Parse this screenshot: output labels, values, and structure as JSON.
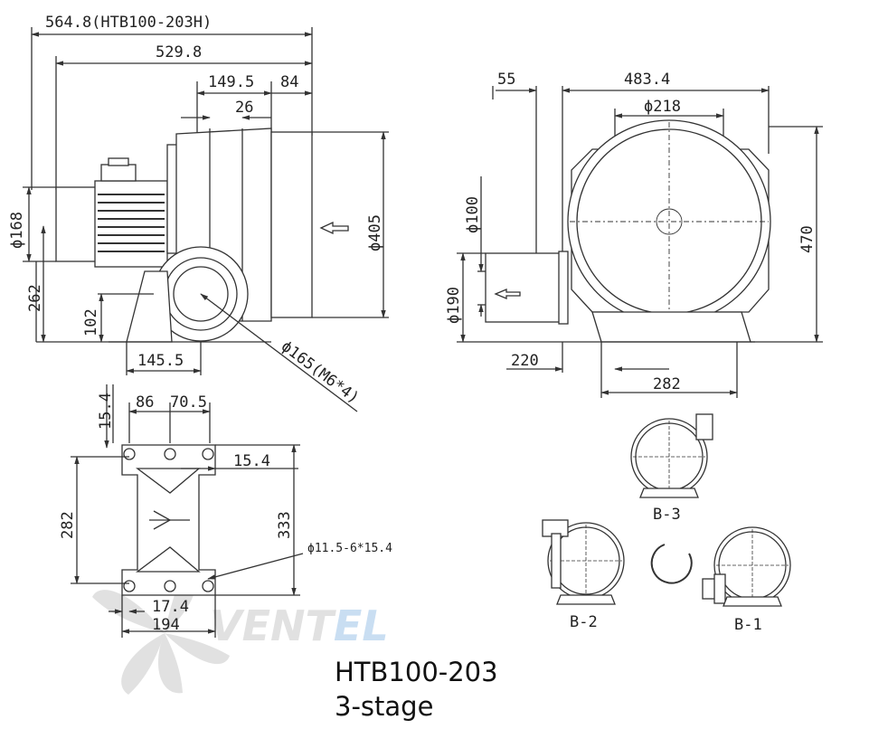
{
  "model": "HTB100-203",
  "stage": "3-stage",
  "watermark": {
    "text_main": "VENT",
    "text_accent": "EL",
    "color_main": "#c9c9c9",
    "color_accent": "#9ec4e8"
  },
  "colors": {
    "line": "#333333",
    "fill": "#ffffff",
    "hatch": "#555555"
  },
  "side_view": {
    "dims": {
      "overall": "564.8(HTB100-203H)",
      "length": "529.8",
      "inlet_offset": "149.5",
      "outlet_len": "84",
      "flange_len": "26",
      "motor_dia": "ϕ168",
      "inlet_dia": "ϕ405",
      "height": "262",
      "base_h": "102",
      "base_len": "145.5",
      "flange": "ϕ165(M6*4)"
    }
  },
  "front_view": {
    "dims": {
      "offset": "55",
      "width": "483.4",
      "inlet": "ϕ218",
      "outlet": "ϕ100",
      "flange": "ϕ190",
      "height": "470",
      "base_off": "220",
      "base_w": "282"
    }
  },
  "base_view": {
    "dims": {
      "top_off": "15.4",
      "a": "86",
      "b": "70.5",
      "side_off": "15.4",
      "inner": "282",
      "outer": "333",
      "holes": "ϕ11.5-6*15.4",
      "bottom_off": "17.4",
      "width": "194"
    }
  },
  "orientations": [
    "B-3",
    "B-2",
    "B-1"
  ]
}
